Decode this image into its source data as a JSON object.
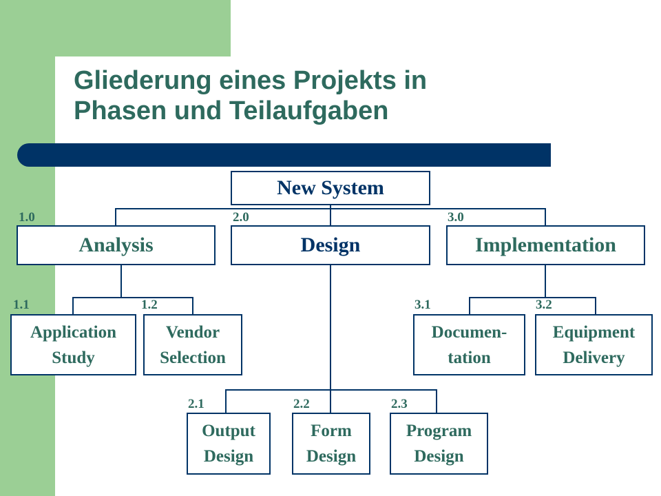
{
  "title": {
    "line1": "Gliederung eines Projekts in",
    "line2": "Phasen und Teilaufgaben"
  },
  "nodes": {
    "root": "New System",
    "analysis": "Analysis",
    "design": "Design",
    "implementation": "Implementation",
    "app_study": {
      "line1": "Application",
      "line2": "Study"
    },
    "vendor": {
      "line1": "Vendor",
      "line2": "Selection"
    },
    "documentation": {
      "line1": "Documen-",
      "line2": "tation"
    },
    "equipment": {
      "line1": "Equipment",
      "line2": "Delivery"
    },
    "output": {
      "line1": "Output",
      "line2": "Design"
    },
    "form": {
      "line1": "Form",
      "line2": "Design"
    },
    "program": {
      "line1": "Program",
      "line2": "Design"
    }
  },
  "numbers": {
    "analysis": "1.0",
    "design": "2.0",
    "implementation": "3.0",
    "app_study": "1.1",
    "vendor": "1.2",
    "documentation": "3.1",
    "equipment": "3.2",
    "output": "2.1",
    "form": "2.2",
    "program": "2.3"
  },
  "colors": {
    "navy": "#003366",
    "teal_text": "#2e6a5e",
    "green": "#9bcf95"
  }
}
